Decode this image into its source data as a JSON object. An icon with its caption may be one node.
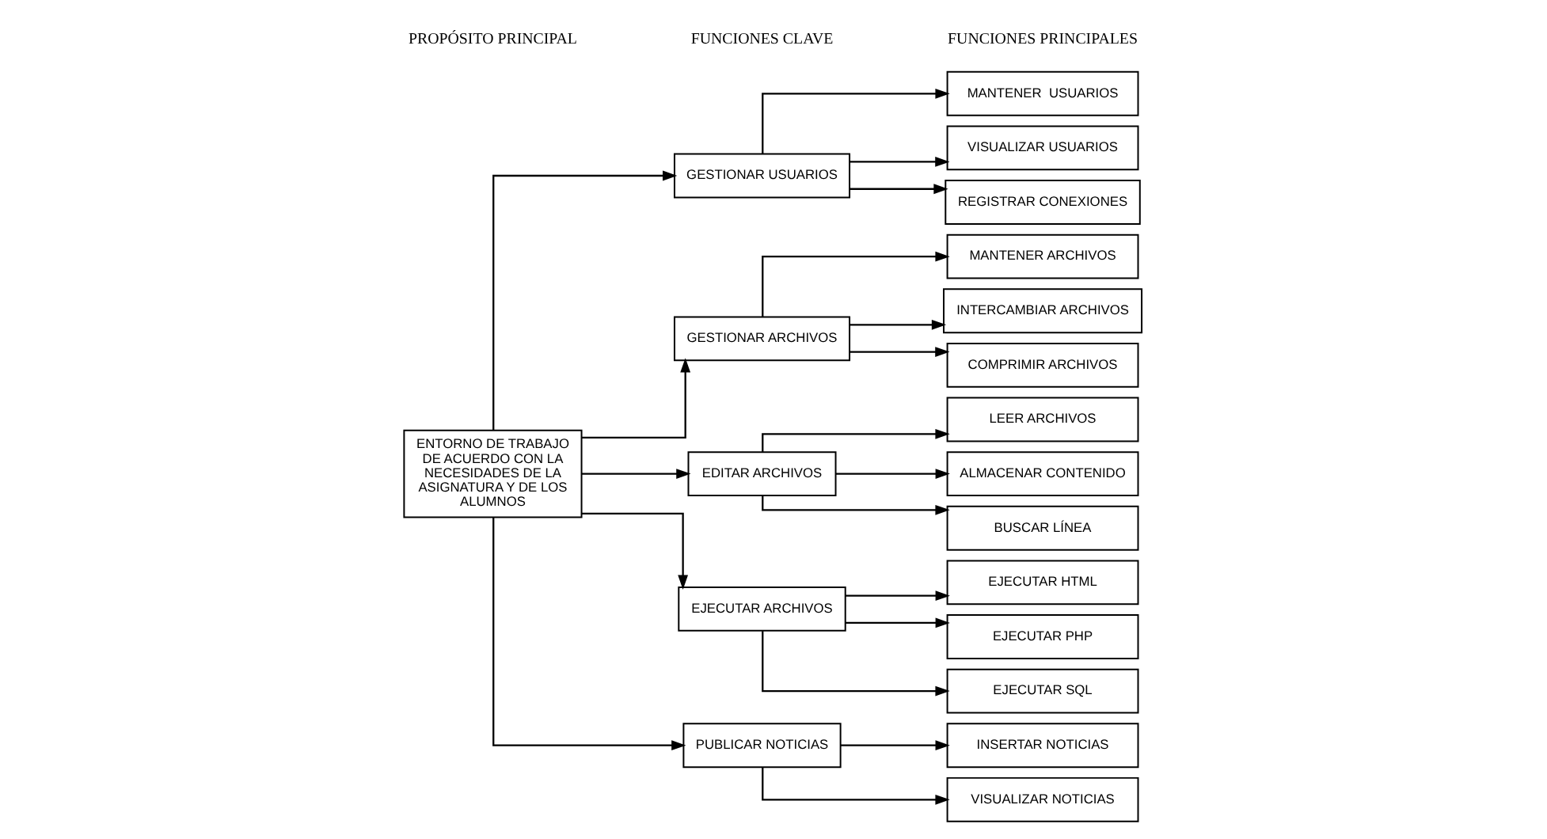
{
  "diagram": {
    "nodes": [
      {
        "text": [
          "ENTORNO DE TRABAJO DE ACUERDO CON LA NECESIDADES DE LA ASIGNATURA Y DE LOS ALUMNOS"
        ]
      },
      {
        "text": [
          "GESTIONAR USUARIOS"
        ]
      },
      {
        "text": [
          "GESTIONAR ARCHIVOS"
        ]
      },
      {
        "text": [
          "EDITAR ARCHIVOS"
        ]
      },
      {
        "text": [
          "EJECUTAR ARCHIVOS"
        ]
      },
      {
        "text": [
          "PUBLICAR NOTICIAS"
        ]
      },
      {
        "text": [
          "MANTENER  USUARIOS"
        ]
      },
      {
        "text": [
          "VISUALIZAR USUARIOS"
        ]
      },
      {
        "text": [
          "REGISTRAR CONEXIONES"
        ]
      },
      {
        "text": [
          "MANTENER ARCHIVOS"
        ]
      },
      {
        "text": [
          "INTERCAMBIAR ARCHIVOS"
        ]
      },
      {
        "text": [
          "COMPRIMIR ARCHIVOS"
        ]
      },
      {
        "text": [
          "LEER ARCHIVOS"
        ]
      },
      {
        "text": [
          "ALMACENAR CONTENIDO"
        ]
      },
      {
        "text": [
          "BUSCAR LÍNEA"
        ]
      },
      {
        "text": [
          "EJECUTAR HTML"
        ]
      },
      {
        "text": [
          "EJECUTAR PHP"
        ]
      },
      {
        "text": [
          "EJECUTAR SQL"
        ]
      },
      {
        "text": [
          "INSERTAR NOTICIAS"
        ]
      },
      {
        "text": [
          "VISUALIZAR NOTICIAS"
        ]
      }
    ],
    "edges": [
      {
        "from": 0,
        "to": 1,
        "arrow": "to"
      },
      {
        "from": 0,
        "to": 2,
        "arrow": "to"
      },
      {
        "from": 0,
        "to": 3,
        "arrow": "to"
      },
      {
        "from": 0,
        "to": 4,
        "arrow": "to"
      },
      {
        "from": 0,
        "to": 5,
        "arrow": "to"
      },
      {
        "from": 1,
        "to": 6,
        "arrow": "to"
      },
      {
        "from": 1,
        "to": 7,
        "arrow": "to"
      },
      {
        "from": 1,
        "to": 8,
        "arrow": "to"
      },
      {
        "from": 2,
        "to": 9,
        "arrow": "to"
      },
      {
        "from": 2,
        "to": 10,
        "arrow": "to"
      },
      {
        "from": 2,
        "to": 11,
        "arrow": "to"
      },
      {
        "from": 3,
        "to": 12,
        "arrow": "to"
      },
      {
        "from": 3,
        "to": 13,
        "arrow": "to"
      },
      {
        "from": 3,
        "to": 14,
        "arrow": "to"
      },
      {
        "from": 4,
        "to": 15,
        "arrow": "to"
      },
      {
        "from": 4,
        "to": 16,
        "arrow": "to"
      },
      {
        "from": 4,
        "to": 17,
        "arrow": "to"
      },
      {
        "from": 5,
        "to": 18,
        "arrow": "to"
      },
      {
        "from": 5,
        "to": 19,
        "arrow": "to"
      }
    ],
    "labels": [
      "PROPÓSITO PRINCIPAL",
      "FUNCIONES CLAVE",
      "FUNCIONES PRINCIPALES"
    ]
  }
}
